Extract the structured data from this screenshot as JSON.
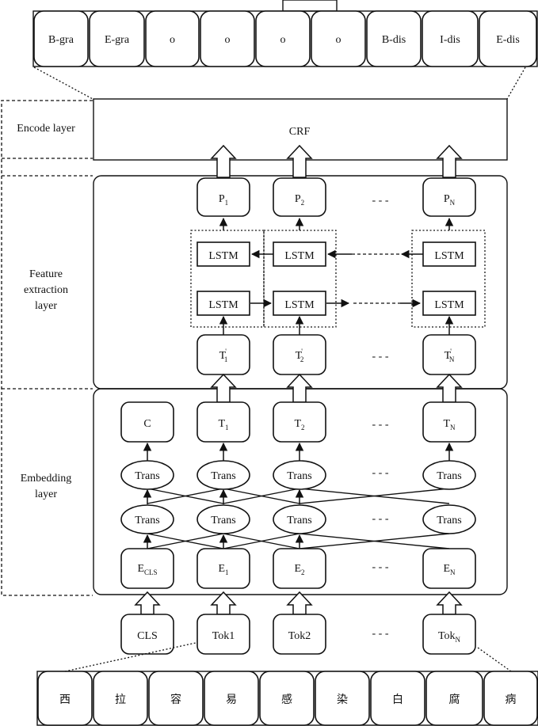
{
  "output_labels": [
    "B-gra",
    "E-gra",
    "o",
    "o",
    "o",
    "o",
    "B-dis",
    "I-dis",
    "E-dis"
  ],
  "layers": {
    "encode": "Encode layer",
    "feature": [
      "Feature",
      "extraction",
      "layer"
    ],
    "embedding": [
      "Embedding",
      "layer"
    ]
  },
  "crf_label": "CRF",
  "p_nodes": [
    {
      "base": "P",
      "sub": "1"
    },
    {
      "base": "P",
      "sub": "2"
    },
    {
      "base": "P",
      "sub": "N"
    }
  ],
  "lstm_label": "LSTM",
  "tprime_nodes": [
    {
      "base": "T",
      "sup": "'",
      "sub": "1"
    },
    {
      "base": "T",
      "sup": "'",
      "sub": "2"
    },
    {
      "base": "T",
      "sup": "'",
      "sub": "N"
    }
  ],
  "t_nodes": [
    {
      "base": "C",
      "sub": ""
    },
    {
      "base": "T",
      "sub": "1"
    },
    {
      "base": "T",
      "sub": "2"
    },
    {
      "base": "T",
      "sub": "N"
    }
  ],
  "trans_label": "Trans",
  "e_nodes": [
    {
      "base": "E",
      "sub": "CLS"
    },
    {
      "base": "E",
      "sub": "1"
    },
    {
      "base": "E",
      "sub": "2"
    },
    {
      "base": "E",
      "sub": "N"
    }
  ],
  "tok_nodes": [
    {
      "base": "CLS",
      "sub": ""
    },
    {
      "base": "Tok1",
      "sub": ""
    },
    {
      "base": "Tok2",
      "sub": ""
    },
    {
      "base": "Tok",
      "sub": "N"
    }
  ],
  "input_chars": [
    "西",
    "拉",
    "容",
    "易",
    "感",
    "染",
    "白",
    "腐",
    "病"
  ],
  "ellipsis": "- - -"
}
